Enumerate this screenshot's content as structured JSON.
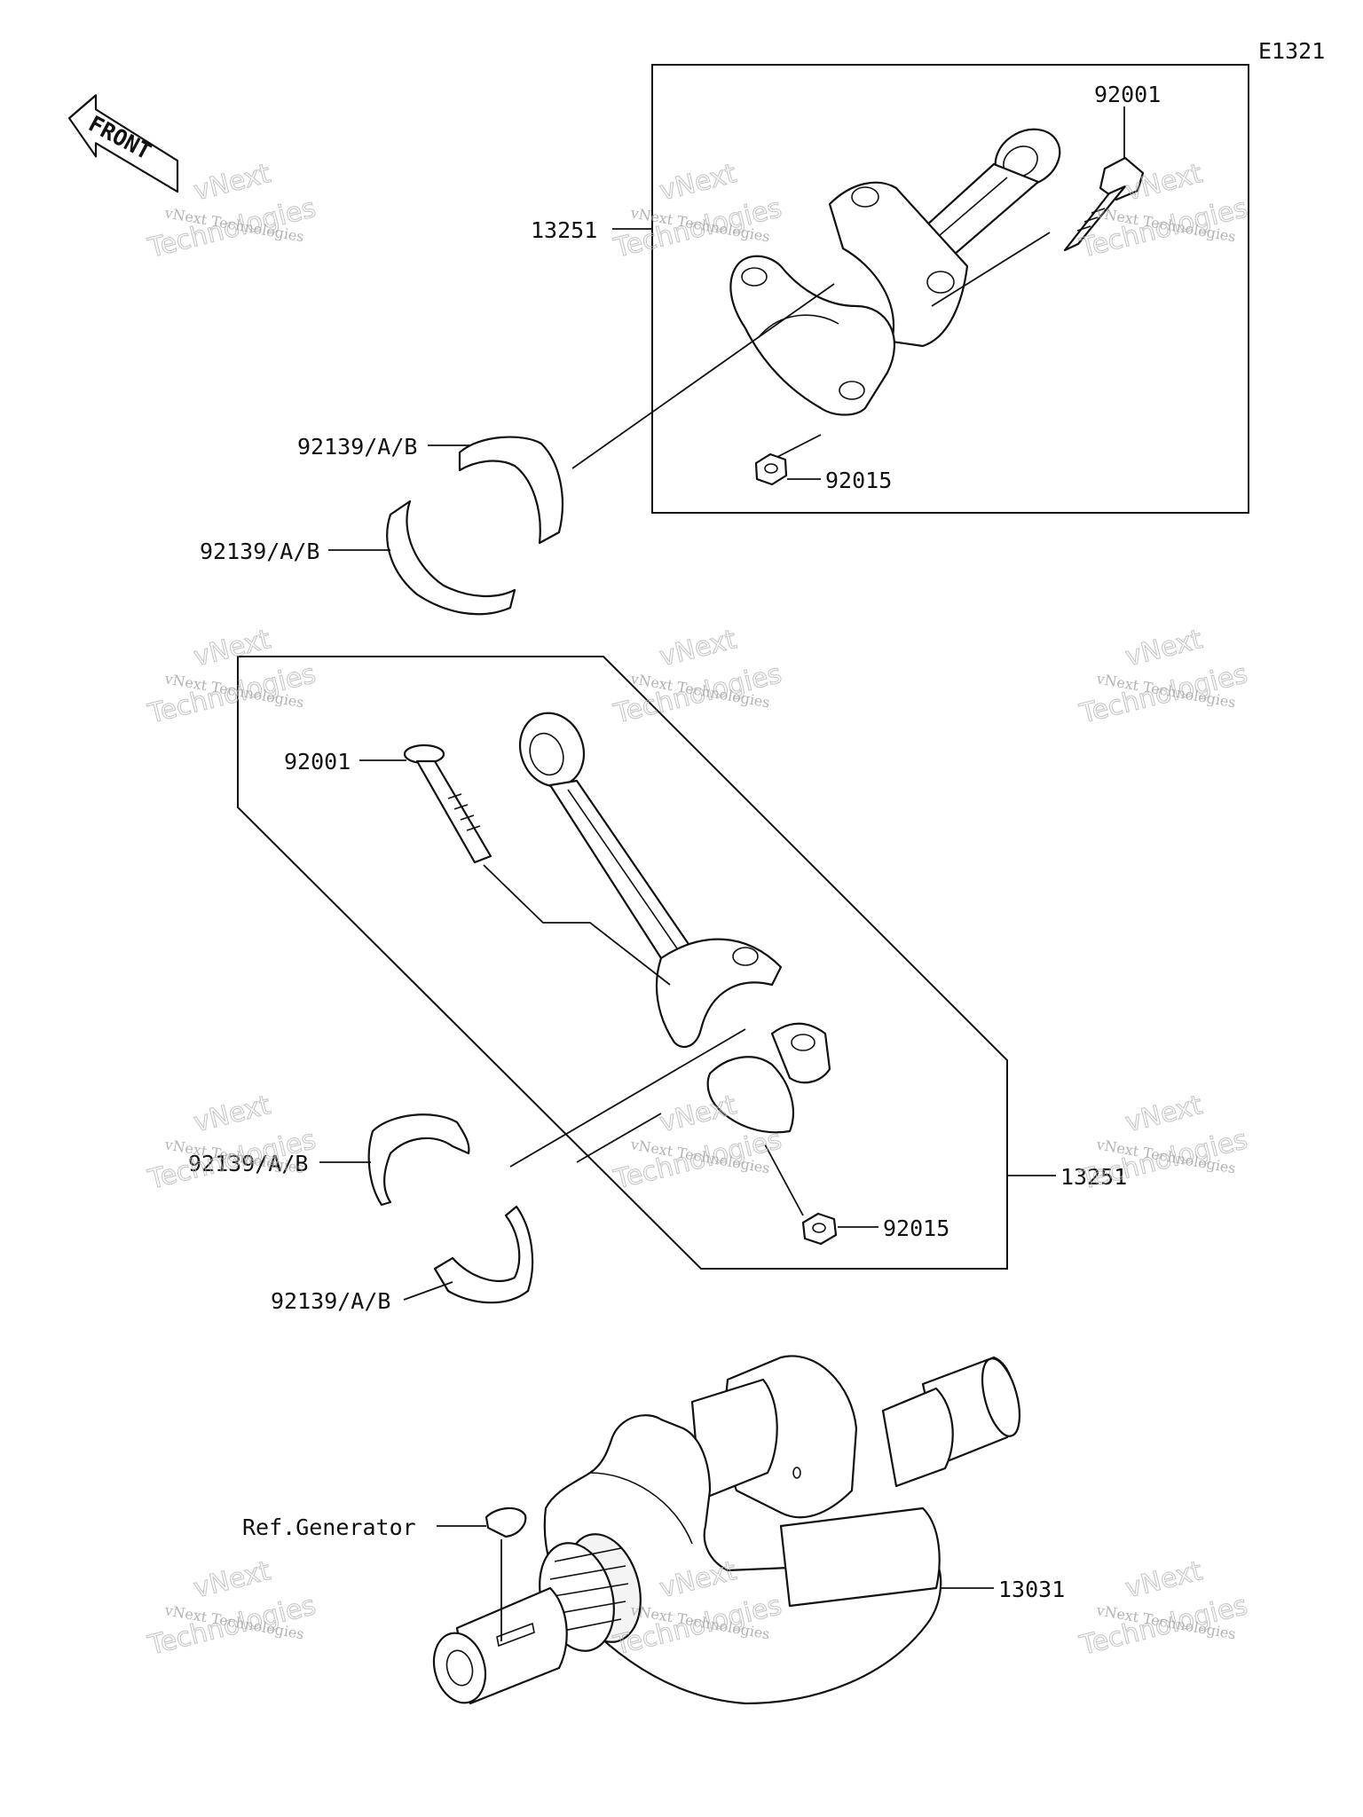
{
  "diagram": {
    "code": "E1321",
    "front_label": "FRONT",
    "watermark": {
      "line1": "vNext Technologies",
      "line2": "Technologies",
      "brand": "vNext"
    },
    "labels": {
      "top_rod": "13251",
      "top_bolt": "92001",
      "top_nut": "92015",
      "top_bearing_upper": "92139/A/B",
      "top_bearing_lower": "92139/A/B",
      "mid_bolt": "92001",
      "mid_rod": "13251",
      "mid_nut": "92015",
      "mid_bearing_upper": "92139/A/B",
      "mid_bearing_lower": "92139/A/B",
      "crankshaft": "13031",
      "ref_generator": "Ref.Generator"
    },
    "colors": {
      "line": "#111111",
      "watermark": "#9a9a9a",
      "background": "#ffffff"
    }
  }
}
